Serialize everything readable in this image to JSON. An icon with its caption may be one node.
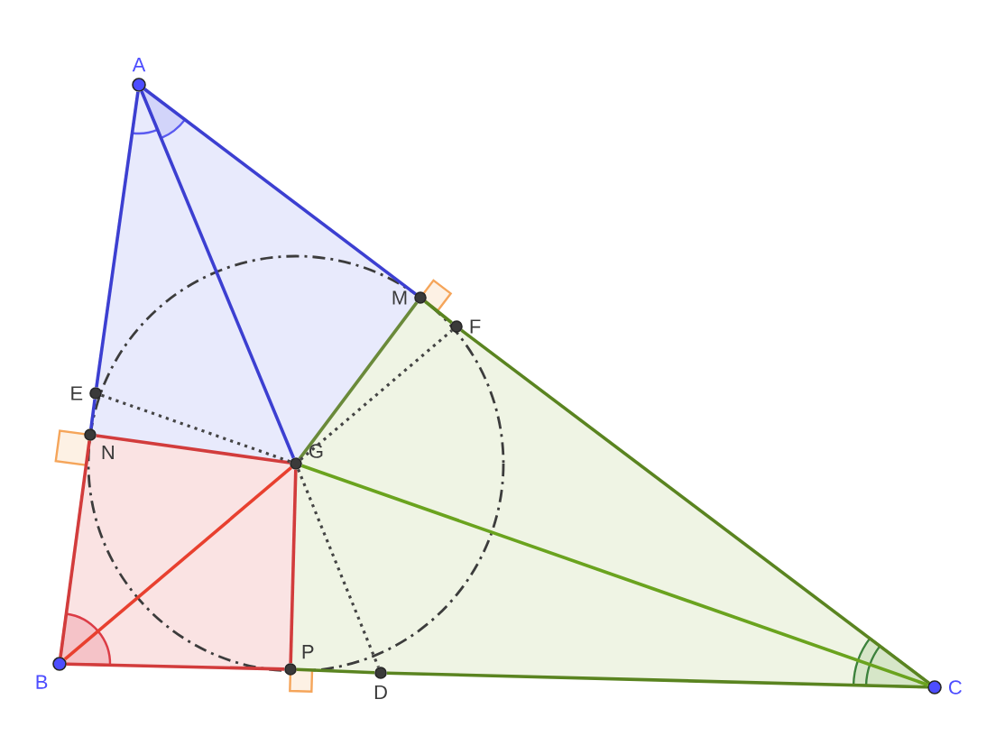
{
  "diagram": {
    "nodes": [
      {
        "text": [],
        "shape": "circle",
        "beside": [
          "A"
        ]
      },
      {
        "text": [],
        "shape": "circle",
        "beside": [
          "B"
        ]
      },
      {
        "text": [],
        "shape": "circle",
        "beside": [
          "C"
        ]
      },
      {
        "text": [],
        "shape": "circle",
        "beside": [
          "G"
        ]
      },
      {
        "text": [],
        "shape": "circle",
        "beside": [
          "M"
        ]
      },
      {
        "text": [],
        "shape": "circle",
        "beside": [
          "F"
        ]
      },
      {
        "text": [],
        "shape": "circle",
        "beside": [
          "E"
        ]
      },
      {
        "text": [],
        "shape": "circle",
        "beside": [
          "N"
        ]
      },
      {
        "text": [],
        "shape": "circle",
        "beside": [
          "P"
        ]
      },
      {
        "text": [],
        "shape": "circle",
        "beside": [
          "D"
        ]
      }
    ],
    "edges": [
      {
        "from": 0,
        "to": 6,
        "arrow": "none",
        "color": "#3c3fd1"
      },
      {
        "from": 6,
        "to": 7,
        "arrow": "none",
        "color": "#3c3fd1"
      },
      {
        "from": 7,
        "to": 1,
        "arrow": "none",
        "color": "#d23c3c"
      },
      {
        "from": 0,
        "to": 4,
        "arrow": "none",
        "color": "#3c3fd1"
      },
      {
        "from": 4,
        "to": 5,
        "arrow": "none",
        "color": "#5a8420"
      },
      {
        "from": 5,
        "to": 2,
        "arrow": "none",
        "color": "#5a8420"
      },
      {
        "from": 1,
        "to": 8,
        "arrow": "none",
        "color": "#d23c3c"
      },
      {
        "from": 8,
        "to": 9,
        "arrow": "none",
        "color": "#5a8420"
      },
      {
        "from": 9,
        "to": 2,
        "arrow": "none",
        "color": "#5a8420"
      },
      {
        "from": 0,
        "to": 3,
        "arrow": "none",
        "color": "#3c3fd1"
      },
      {
        "from": 1,
        "to": 3,
        "arrow": "none",
        "color": "#e8402f"
      },
      {
        "from": 2,
        "to": 3,
        "arrow": "none",
        "color": "#6aa31e"
      },
      {
        "from": 7,
        "to": 3,
        "arrow": "none",
        "color": "#d23c3c"
      },
      {
        "from": 8,
        "to": 3,
        "arrow": "none",
        "color": "#d23c3c"
      },
      {
        "from": 4,
        "to": 3,
        "arrow": "none",
        "color": "#6a8a3a"
      },
      {
        "from": 3,
        "to": 6,
        "arrow": "none",
        "style": "dashed",
        "color": "#444444"
      },
      {
        "from": 3,
        "to": 5,
        "arrow": "none",
        "style": "dashed",
        "color": "#444444"
      },
      {
        "from": 3,
        "to": 9,
        "arrow": "none",
        "style": "dashed",
        "color": "#444444"
      }
    ]
  }
}
